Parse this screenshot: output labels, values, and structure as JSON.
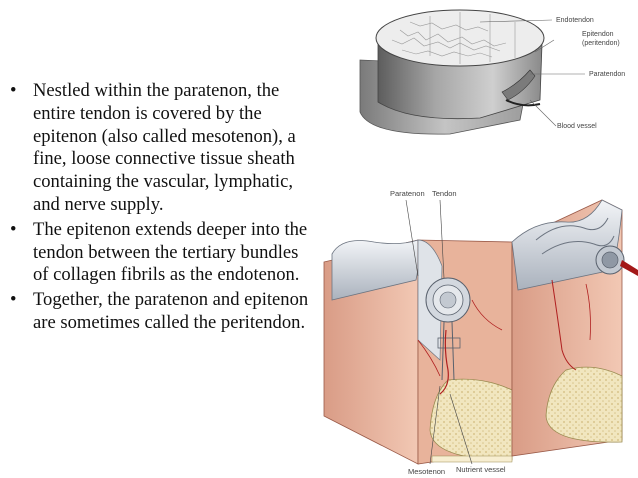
{
  "bullets": [
    "Nestled within the paratenon, the entire tendon is covered by the epitenon (also called mesotenon), a fine, loose connective tissue sheath containing the vascular, lymphatic, and nerve supply.",
    "The epitenon extends deeper into the tendon between the tertiary bundles of collagen fibrils as the endotenon.",
    "Together, the paratenon and epitenon are sometimes called the peritendon."
  ],
  "figure_top": {
    "labels": {
      "endotendon": "Endotendon",
      "epitendon_1": "Epitendon",
      "epitendon_2": "(peritendon)",
      "paratendon": "Paratendon",
      "blood_vessel": "Blood vessel"
    }
  },
  "figure_bottom": {
    "labels": {
      "paratenon": "Paratenon",
      "tendon": "Tendon",
      "mesotenon": "Mesotenon",
      "nutrient_vessel": "Nutrient vessel"
    }
  },
  "colors": {
    "text": "#111111",
    "skin": "#e9b8a0",
    "bone": "#efe3b8",
    "sheath": "#c9ced6",
    "vessel": "#b02020",
    "arrow": "#a31818"
  }
}
